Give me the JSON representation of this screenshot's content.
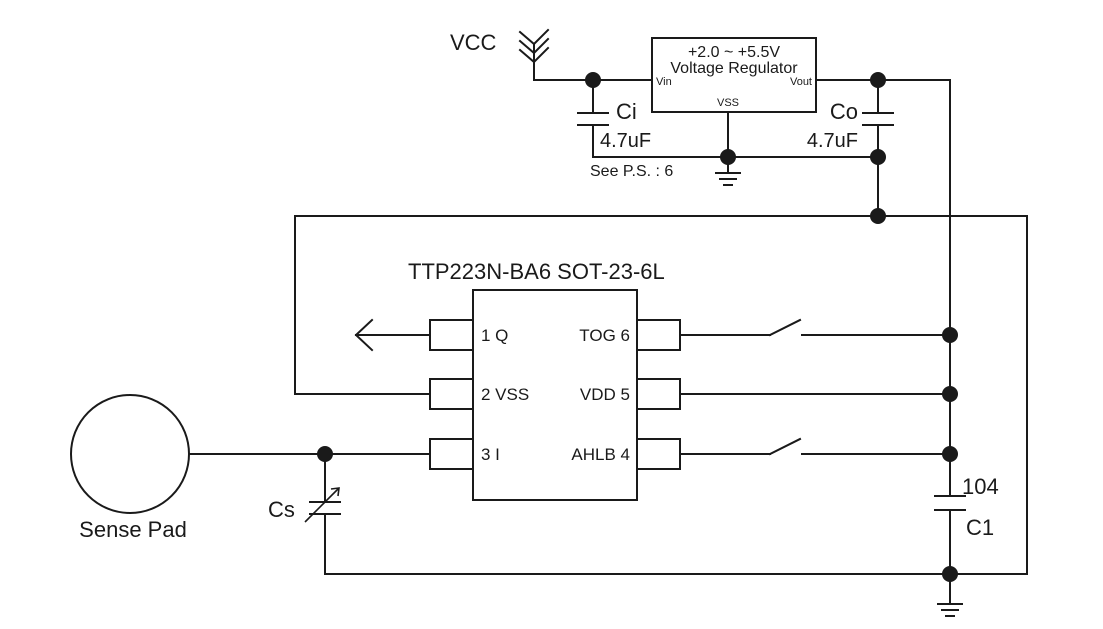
{
  "power": {
    "vcc_label": "VCC",
    "regulator": {
      "range_label": "+2.0 ~ +5.5V",
      "name_label": "Voltage Regulator",
      "vin_label": "Vin",
      "vout_label": "Vout",
      "vss_label": "VSS"
    },
    "ci": {
      "name": "Ci",
      "value": "4.7uF"
    },
    "co": {
      "name": "Co",
      "value": "4.7uF"
    },
    "note": "See P.S. : 6"
  },
  "ic": {
    "title": "TTP223N-BA6 SOT-23-6L",
    "pins_left": [
      "1 Q",
      "2 VSS",
      "3 I"
    ],
    "pins_right": [
      "TOG 6",
      "VDD 5",
      "AHLB 4"
    ]
  },
  "sense": {
    "pad_label": "Sense Pad",
    "cs_label": "Cs"
  },
  "c1": {
    "value": "104",
    "name": "C1"
  }
}
